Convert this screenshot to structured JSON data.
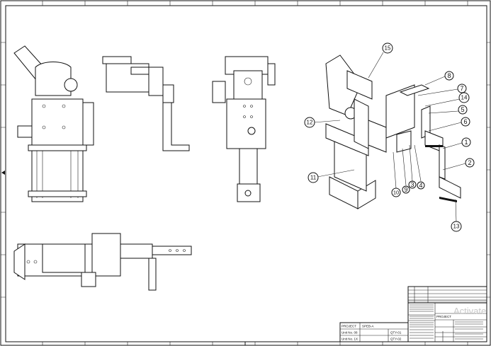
{
  "drawing": {
    "balloons": [
      "1",
      "2",
      "3",
      "4",
      "5",
      "6",
      "7",
      "8",
      "9",
      "10",
      "11",
      "12",
      "13",
      "14",
      "15"
    ],
    "title_block": {
      "project_label": "PROJECT",
      "project_value": "SPEB-A",
      "unit_label_1": "Unit No. 08",
      "unit_label_2": "Unit No. 1X",
      "qty_1": "QTY-01",
      "qty_2": "QTY-02",
      "project_label_2": "PROJECT"
    },
    "watermark": "Activate"
  }
}
